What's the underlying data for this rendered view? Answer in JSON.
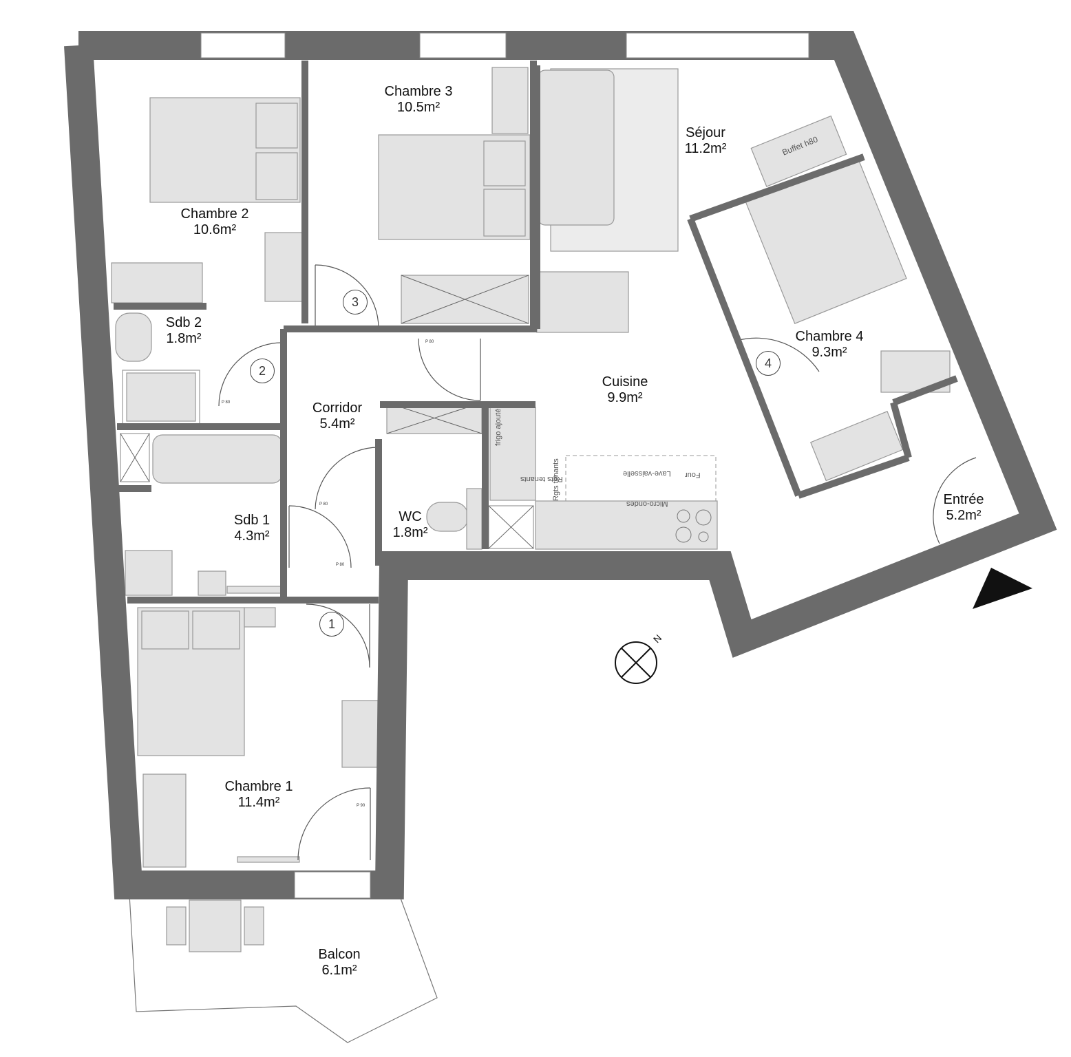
{
  "rooms": {
    "chambre2": {
      "name": "Chambre 2",
      "area": "10.6m²"
    },
    "chambre3": {
      "name": "Chambre 3",
      "area": "10.5m²"
    },
    "sejour": {
      "name": "Séjour",
      "area": "11.2m²"
    },
    "sdb2": {
      "name": "Sdb 2",
      "area": "1.8m²"
    },
    "corridor": {
      "name": "Corridor",
      "area": "5.4m²"
    },
    "cuisine": {
      "name": "Cuisine",
      "area": "9.9m²"
    },
    "chambre4": {
      "name": "Chambre 4",
      "area": "9.3m²"
    },
    "sdb1": {
      "name": "Sdb 1",
      "area": "4.3m²"
    },
    "wc": {
      "name": "WC",
      "area": "1.8m²"
    },
    "entree": {
      "name": "Entrée",
      "area": "5.2m²"
    },
    "chambre1": {
      "name": "Chambre 1",
      "area": "11.4m²"
    },
    "balcon": {
      "name": "Balcon",
      "area": "6.1m²"
    }
  },
  "doors": [
    "1",
    "2",
    "3",
    "4"
  ],
  "door_tags": {
    "p80": "P 80",
    "p90": "P 90"
  },
  "fixtures": {
    "frigo": "frigo ajouté",
    "rgts1": "Rgts tenants",
    "rgts2": "Rgts tenants",
    "lave": "Lave-vaisselle",
    "four": "Four",
    "micro": "Micro-ondes",
    "buffet": "Buffet h80"
  },
  "compass": {
    "north": "N"
  },
  "colors": {
    "wall": "#6b6b6b",
    "furniture": "#e3e3e3",
    "line": "#999999"
  }
}
